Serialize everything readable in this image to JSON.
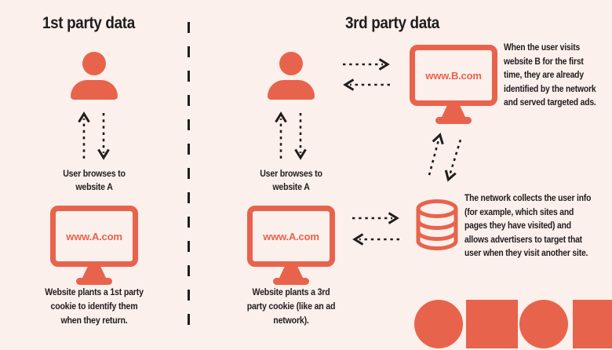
{
  "palette": {
    "background": "#fcf0ec",
    "coral": "#e8634c",
    "ink": "#1f1d1d"
  },
  "icons": {
    "user": "person-silhouette",
    "monitor": "desktop-monitor",
    "database": "database-cylinder",
    "arrow": "dashed-arrow",
    "logo": "circle-and-square-shapes"
  },
  "left": {
    "title": "1st party data",
    "browse_lines": [
      "User browses to",
      "website A"
    ],
    "monitor_label": "www.A.com",
    "caption_lines": [
      "Website plants a 1st party",
      "cookie to identify them",
      "when they return."
    ]
  },
  "right": {
    "title": "3rd party data",
    "browse_lines": [
      "User browses to",
      "website A"
    ],
    "monitor_label": "www.A.com",
    "monitor_b_label": "www.B.com",
    "caption_lines": [
      "Website plants a 3rd",
      "party cookie (like an ad",
      "network)."
    ],
    "paragraph_top_lines": [
      "When the user visits",
      "website B for the first",
      "time, they are already",
      "identified by the network",
      "and served targeted ads."
    ],
    "paragraph_bottom_lines": [
      "The network collects the user info",
      "(for example, which sites and",
      "pages they have visited) and",
      "allows advertisers to target that",
      "user when they visit another site."
    ]
  }
}
